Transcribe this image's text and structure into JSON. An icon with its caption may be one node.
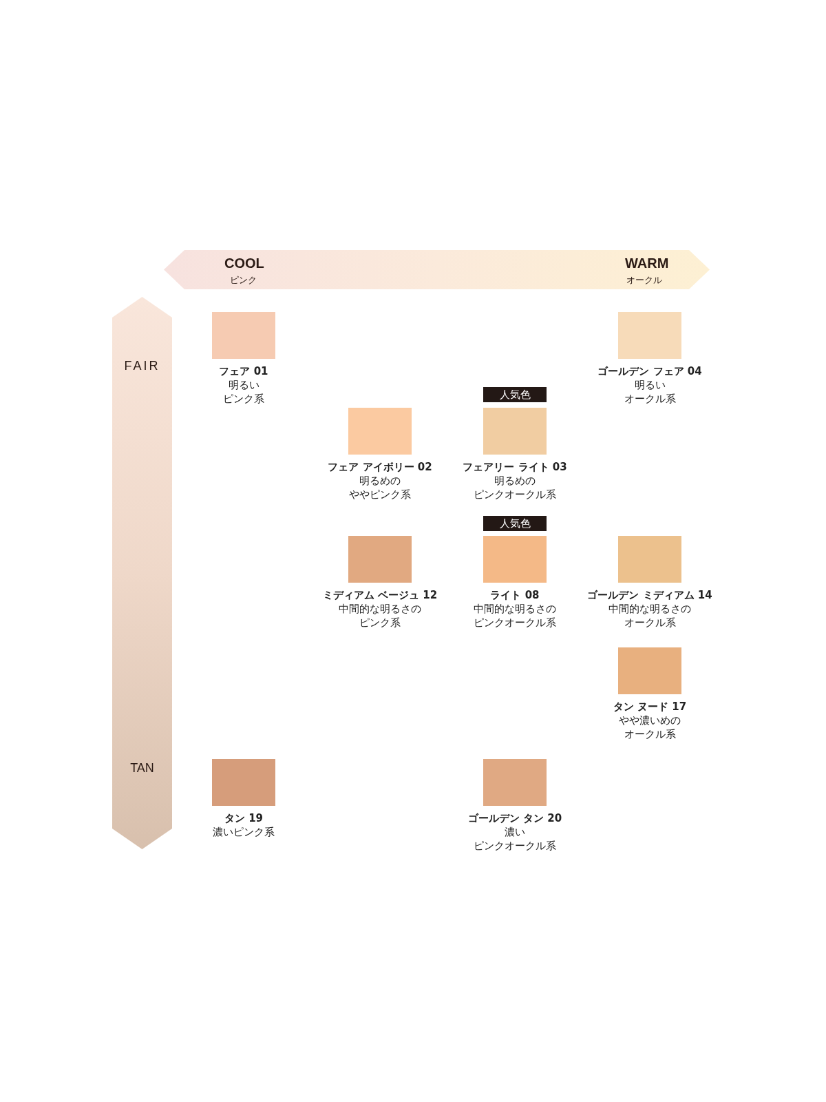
{
  "diagram": {
    "nodes": [
      {
        "text": [
          "COOL",
          "ピンク",
          "WARM",
          "オークル"
        ]
      },
      {
        "text": [
          "FAIR",
          "TAN"
        ]
      },
      {
        "text": [
          "フェア 01",
          "明るい",
          "ピンク系"
        ]
      },
      {
        "text": [
          "ゴールデン フェア 04",
          "明るい",
          "オークル系"
        ]
      },
      {
        "text": [
          "人気色"
        ]
      },
      {
        "text": [
          "フェア アイボリー 02",
          "明るめの",
          "ややピンク系"
        ]
      },
      {
        "text": [
          "フェアリー ライト 03",
          "明るめの",
          "ピンクオークル系"
        ]
      },
      {
        "text": [
          "人気色"
        ]
      },
      {
        "text": [
          "ミディアム ベージュ 12",
          "中間的な明るさの",
          "ピンク系"
        ]
      },
      {
        "text": [
          "ライト 08",
          "中間的な明るさの",
          "ピンクオークル系"
        ]
      },
      {
        "text": [
          "ゴールデン ミディアム 14",
          "中間的な明るさの",
          "オークル系"
        ]
      },
      {
        "text": [
          "タン ヌード 17",
          "やや濃いめの",
          "オークル系"
        ]
      },
      {
        "text": [
          "タン 19",
          "濃いピンク系"
        ]
      },
      {
        "text": [
          "ゴールデン タン 20",
          "濃い",
          "ピンクオークル系"
        ]
      }
    ],
    "edges": []
  }
}
